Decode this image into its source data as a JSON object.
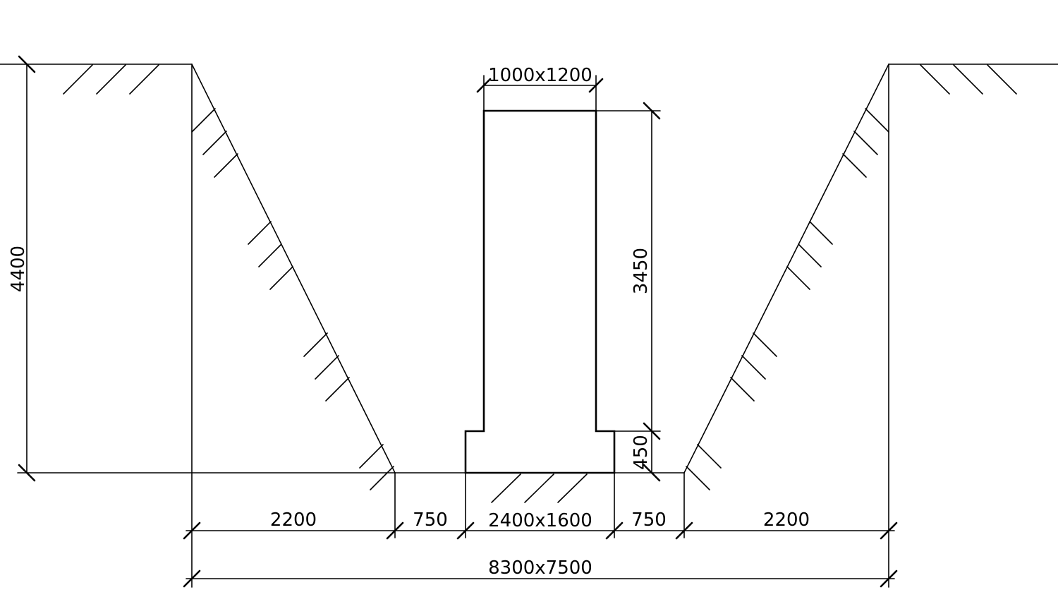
{
  "dimensions": {
    "top_width": "1000x1200",
    "column_height": "3450",
    "footing_height": "450",
    "total_depth": "4400",
    "left_slope": "2200",
    "left_gap": "750",
    "footing_width": "2400x1600",
    "right_gap": "750",
    "right_slope": "2200",
    "overall": "8300x7500"
  },
  "colors": {
    "line": "#000000",
    "background": "#ffffff"
  }
}
